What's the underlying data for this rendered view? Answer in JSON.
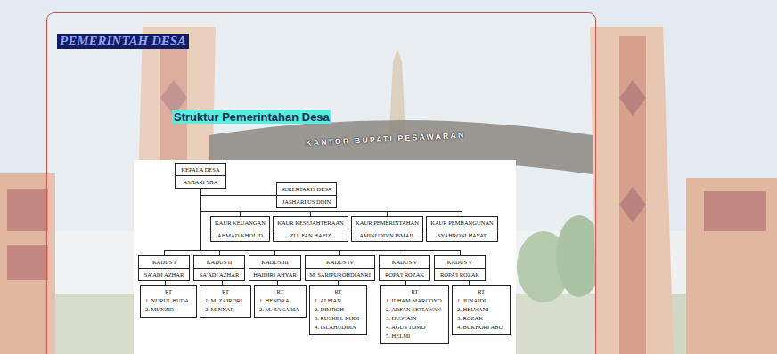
{
  "diagram": {
    "title": "PEMERINTAH DESA",
    "nodes": [
      {
        "text": [
          "KEPALA DESA",
          "ASHARI SHA"
        ]
      },
      {
        "text": [
          "SEKERTARIS DESA",
          "JASHARI US DDIN"
        ]
      },
      {
        "text": [
          "KAUR KEUANGAN",
          "AHMAD KHOLID"
        ]
      },
      {
        "text": [
          "KAUR KESEJAHTERAAN",
          "ZULFAN HAFIZ"
        ]
      },
      {
        "text": [
          "KAUR PEMERINTAHAN",
          "AMINUDDIN ISMAIL"
        ]
      },
      {
        "text": [
          "KAUR PEMBANGUNAN",
          "SYAHRONI HAYAT"
        ]
      },
      {
        "text": [
          "KADUS I",
          "SA'ADI AZHAR"
        ]
      },
      {
        "text": [
          "KADUS II",
          "SA'ADI AZHAR"
        ]
      },
      {
        "text": [
          "KADUS III",
          "HAIDIRI AHYAR"
        ]
      },
      {
        "text": [
          "KADUS IV",
          "M. SARIPUROHDIANRI"
        ]
      },
      {
        "text": [
          "KADUS V",
          "ROPA'I ROZAK"
        ]
      },
      {
        "text": [
          "KADUS V",
          "ROPA'I ROZAK"
        ]
      },
      {
        "text": [
          "RT",
          "1. NURUL HUDA",
          "2. MUNZIR"
        ]
      },
      {
        "text": [
          "RT",
          "1. M. ZAIRORI",
          "2. MINNAR"
        ]
      },
      {
        "text": [
          "RT",
          "1. HENDRA",
          "2. M. ZAKARIA"
        ]
      },
      {
        "text": [
          "RT",
          "1. ALFIAN",
          "2. DIMROH",
          "3. RUSKIH. KHOI",
          "4. ISLAHUDDIN"
        ]
      },
      {
        "text": [
          "RT",
          "1. ILHAM MARCOYO",
          "2. ARFAN SETIAWAN",
          "3. HUSTAIN",
          "4. AGUS TOMO",
          "5. HELMI"
        ]
      },
      {
        "text": [
          "RT",
          "1. JUNAIDI",
          "2. HELWANI",
          "3. ROZAK",
          "4. BUKHORI ABU"
        ]
      }
    ],
    "edges": [
      {
        "from": 0,
        "to": 1,
        "arrow": "none"
      },
      {
        "from": 0,
        "to": 2,
        "arrow": "none"
      },
      {
        "from": 0,
        "to": 3,
        "arrow": "none"
      },
      {
        "from": 0,
        "to": 4,
        "arrow": "none"
      },
      {
        "from": 0,
        "to": 5,
        "arrow": "none"
      },
      {
        "from": 0,
        "to": 6,
        "arrow": "none"
      },
      {
        "from": 0,
        "to": 7,
        "arrow": "none"
      },
      {
        "from": 0,
        "to": 8,
        "arrow": "none"
      },
      {
        "from": 0,
        "to": 9,
        "arrow": "none"
      },
      {
        "from": 0,
        "to": 10,
        "arrow": "none"
      },
      {
        "from": 0,
        "to": 11,
        "arrow": "none"
      },
      {
        "from": 6,
        "to": 12,
        "arrow": "none"
      },
      {
        "from": 7,
        "to": 13,
        "arrow": "none"
      },
      {
        "from": 8,
        "to": 14,
        "arrow": "none"
      },
      {
        "from": 9,
        "to": 15,
        "arrow": "none"
      },
      {
        "from": 10,
        "to": 16,
        "arrow": "none"
      },
      {
        "from": 11,
        "to": 17,
        "arrow": "none"
      }
    ],
    "labels": [
      "Struktur Pemerintahan Desa",
      "KANTOR BUPATI PESAWARAN"
    ]
  }
}
